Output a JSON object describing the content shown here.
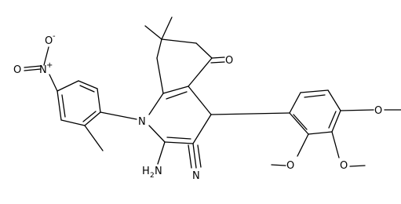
{
  "molecule": {
    "labels": {
      "nitro_o_top": "O",
      "nitro_charge_top": "-",
      "nitro_o_left": "O",
      "nitro_n": "N",
      "nitro_charge_n": "+",
      "ring_n": "N",
      "keto_o": "O",
      "amino": "H",
      "amino_sub": "2",
      "amino_n": "N",
      "nitrile_n": "N",
      "ome_top_o": "O",
      "ome_bottom1_o": "O",
      "ome_bottom2_o": "O"
    }
  }
}
